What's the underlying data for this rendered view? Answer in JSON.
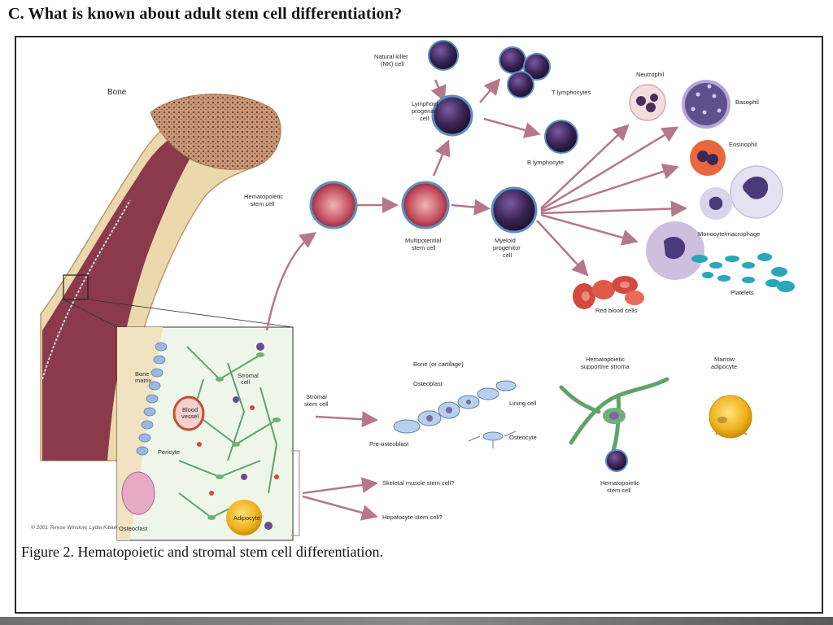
{
  "slide": {
    "title": "C.  What is known about adult stem cell differentiation?",
    "caption": "Figure 2. Hematopoietic and stromal stem cell differentiation.",
    "credit": "© 2001 Terese Winslow, Lydia Kibiuk"
  },
  "labels": {
    "bone": "Bone",
    "hsc": [
      "Hematopoietic",
      "stem cell"
    ],
    "multipotential": [
      "Multipotential",
      "stem cell"
    ],
    "myeloid": [
      "Myeloid",
      "progenitor",
      "cell"
    ],
    "lymphoid": [
      "Lymphoid",
      "progenitor",
      "cell"
    ],
    "nk": [
      "Natural killer",
      "(NK) cell"
    ],
    "t_lymph": "T lymphocytes",
    "b_lymph": "B lymphocyte",
    "neutrophil": "Neutrophil",
    "basophil": "Basophil",
    "eosinophil": "Eosinophil",
    "monocyte": "Monocyte/macrophage",
    "platelets": "Platelets",
    "rbc": "Red blood cells",
    "bone_matrix": [
      "Bone",
      "matrix"
    ],
    "stromal_cell": [
      "Stromal",
      "cell"
    ],
    "blood_vessel": [
      "Blood",
      "vessel"
    ],
    "pericyte": "Pericyte",
    "osteoclast": "Osteoclast",
    "adipocyte": "Adipocyte",
    "stromal_stem": [
      "Stromal",
      "stem cell"
    ],
    "bone_cartilage": "Bone (or cartilage)",
    "osteoblast": "Osteoblast",
    "lining_cell": "Lining cell",
    "osteocyte": "Osteocyte",
    "pre_osteoblast": "Pre-osteoblast",
    "skeletal": "Skeletal muscle stem cell?",
    "hepatocyte": "Hepatocyte stem cell?",
    "supportive": [
      "Hematopoietic",
      "supportive stroma"
    ],
    "marrow_adipocyte": [
      "Marrow",
      "adipocyte"
    ],
    "hsc2": [
      "Hematopoietic",
      "stem cell"
    ]
  },
  "colors": {
    "arrow": "#b5778a",
    "bone_tan": "#e9d3a6",
    "marrow": "#8a3a4a",
    "cell_purple": "#3a2455",
    "cell_blue_ring": "#5d8fc2",
    "rbc": "#d24a3e",
    "platelet": "#2aa6b8",
    "stroma_green": "#5fa36a",
    "adipocyte": "#f0b21c"
  }
}
